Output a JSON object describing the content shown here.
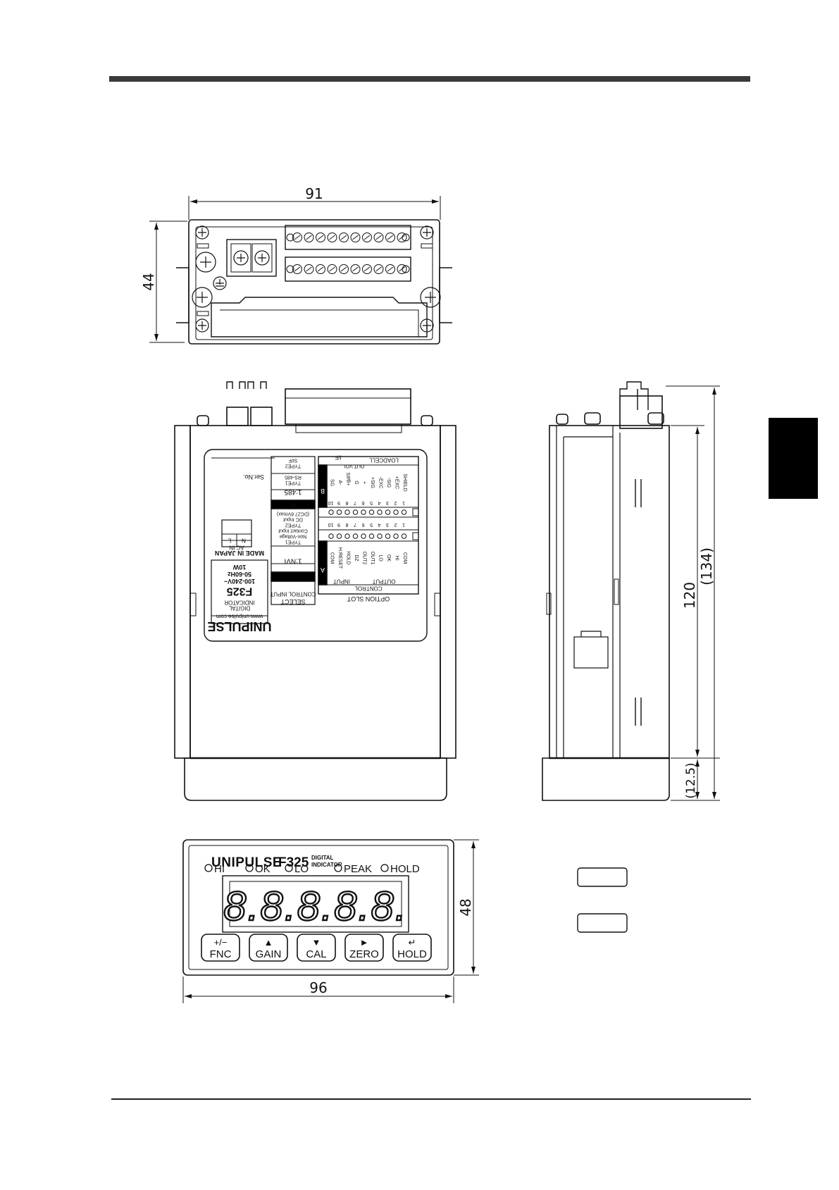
{
  "dimensions": {
    "top_width": "91",
    "top_height": "44",
    "side_length": "120",
    "side_overall": "(134)",
    "side_bezel": "(12.5)",
    "front_height": "48",
    "front_width": "96"
  },
  "rear_label": {
    "brand": "UNIPULSE",
    "web": "www.unipulse.com",
    "model_line1": "DIGITAL",
    "model_line2": "INDICATOR",
    "model": "F325",
    "voltage": "100-240V~",
    "freq": "50-60Hz",
    "power": "10W",
    "made_in": "MADE IN JAPAN",
    "ser_no": "Ser.No.",
    "option_slot": "OPTION SLOT",
    "ac_in": "AC IN",
    "ac_l": "L",
    "ac_n": "N",
    "select": "SELECT",
    "control_input": "CONTROL INPUT",
    "nvi": "1:NVI",
    "if": "I/F",
    "rs485": "1:485",
    "type1_a": "TYPE1",
    "type1_a_desc1": "Non-Voltage",
    "type1_a_desc2": "Contact Input",
    "type2_a": "TYPE2",
    "type2_a_desc1": "DC Input",
    "type2_a_desc2": "(DC27.6Vmax)",
    "type1_b": "TYPE1",
    "type1_b_desc": "RS-485",
    "type2_b": "TYPE2",
    "type2_b_desc": "SI/F",
    "block_a": "A",
    "block_b": "B",
    "control_header": "CONTROL",
    "output_header": "OUTPUT",
    "input_header": "INPUT",
    "loadcell_header": "LOADCELL",
    "if_header": "I/F",
    "out_vol": "OUT VOL",
    "sif": "SIF",
    "a_terms": [
      "COM",
      "HI",
      "OK",
      "LO",
      "OUT1",
      "OUT2",
      "DZ",
      "HOLD",
      "H.RESET",
      "COM"
    ],
    "b_terms": [
      "SHIELD",
      "+EXC",
      "-SIG",
      "-EXC",
      "+SIG",
      "+",
      "G",
      "B+",
      "A-",
      "SG"
    ],
    "pin_numbers": [
      "1",
      "2",
      "3",
      "4",
      "5",
      "6",
      "7",
      "8",
      "9",
      "10"
    ]
  },
  "front_panel": {
    "brand": "UNIPULSE",
    "model": "F325",
    "model_sub1": "DIGITAL",
    "model_sub2": "INDICATOR",
    "lamps": [
      "HI",
      "OK",
      "LO",
      "PEAK",
      "HOLD"
    ],
    "display": "8.8.8.8.8.",
    "keys": [
      {
        "symbol": "+/−",
        "label": "FNC"
      },
      {
        "symbol": "▲",
        "label": "GAIN"
      },
      {
        "symbol": "▼",
        "label": "CAL"
      },
      {
        "symbol": "►",
        "label": "ZERO"
      },
      {
        "symbol": "↵",
        "label": "HOLD"
      }
    ]
  },
  "colors": {
    "line": "#111111",
    "side_tab": "#000000"
  }
}
